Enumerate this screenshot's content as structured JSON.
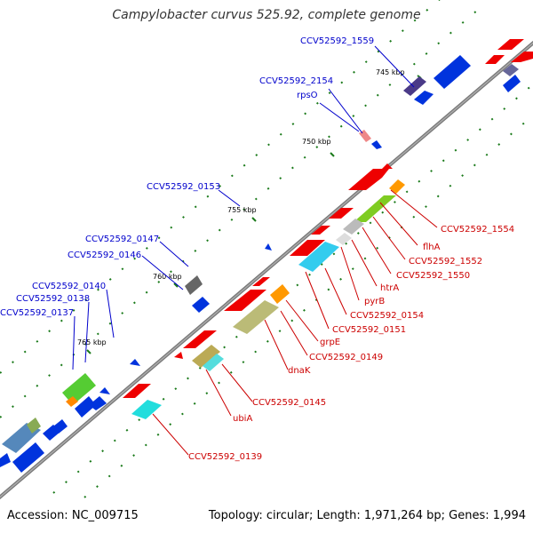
{
  "title": "Campylobacter curvus 525.92, complete genome",
  "footer": {
    "accession": "Accession: NC_009715",
    "summary": "Topology: circular; Length: 1,971,264 bp; Genes: 1,994"
  },
  "colors": {
    "backbone": "#777777",
    "forward_label": "#0000cc",
    "reverse_label": "#cc0000",
    "tick": "#1a7a1a"
  },
  "ticks": [
    "745 kbp",
    "750 kbp",
    "755 kbp",
    "760 kbp",
    "765 kbp"
  ],
  "forward_labels": [
    "CCV52592_1559",
    "CCV52592_2154",
    "rpsO",
    "CCV52592_0153",
    "CCV52592_0147",
    "CCV52592_0146",
    "CCV52592_0140",
    "CCV52592_0138",
    "CCV52592_0137"
  ],
  "reverse_labels": [
    "CCV52592_1554",
    "flhA",
    "CCV52592_1552",
    "CCV52592_1550",
    "htrA",
    "pyrB",
    "CCV52592_0154",
    "CCV52592_0151",
    "grpE",
    "CCV52592_0149",
    "dnaK",
    "CCV52592_0145",
    "ubiA",
    "CCV52592_0139"
  ]
}
